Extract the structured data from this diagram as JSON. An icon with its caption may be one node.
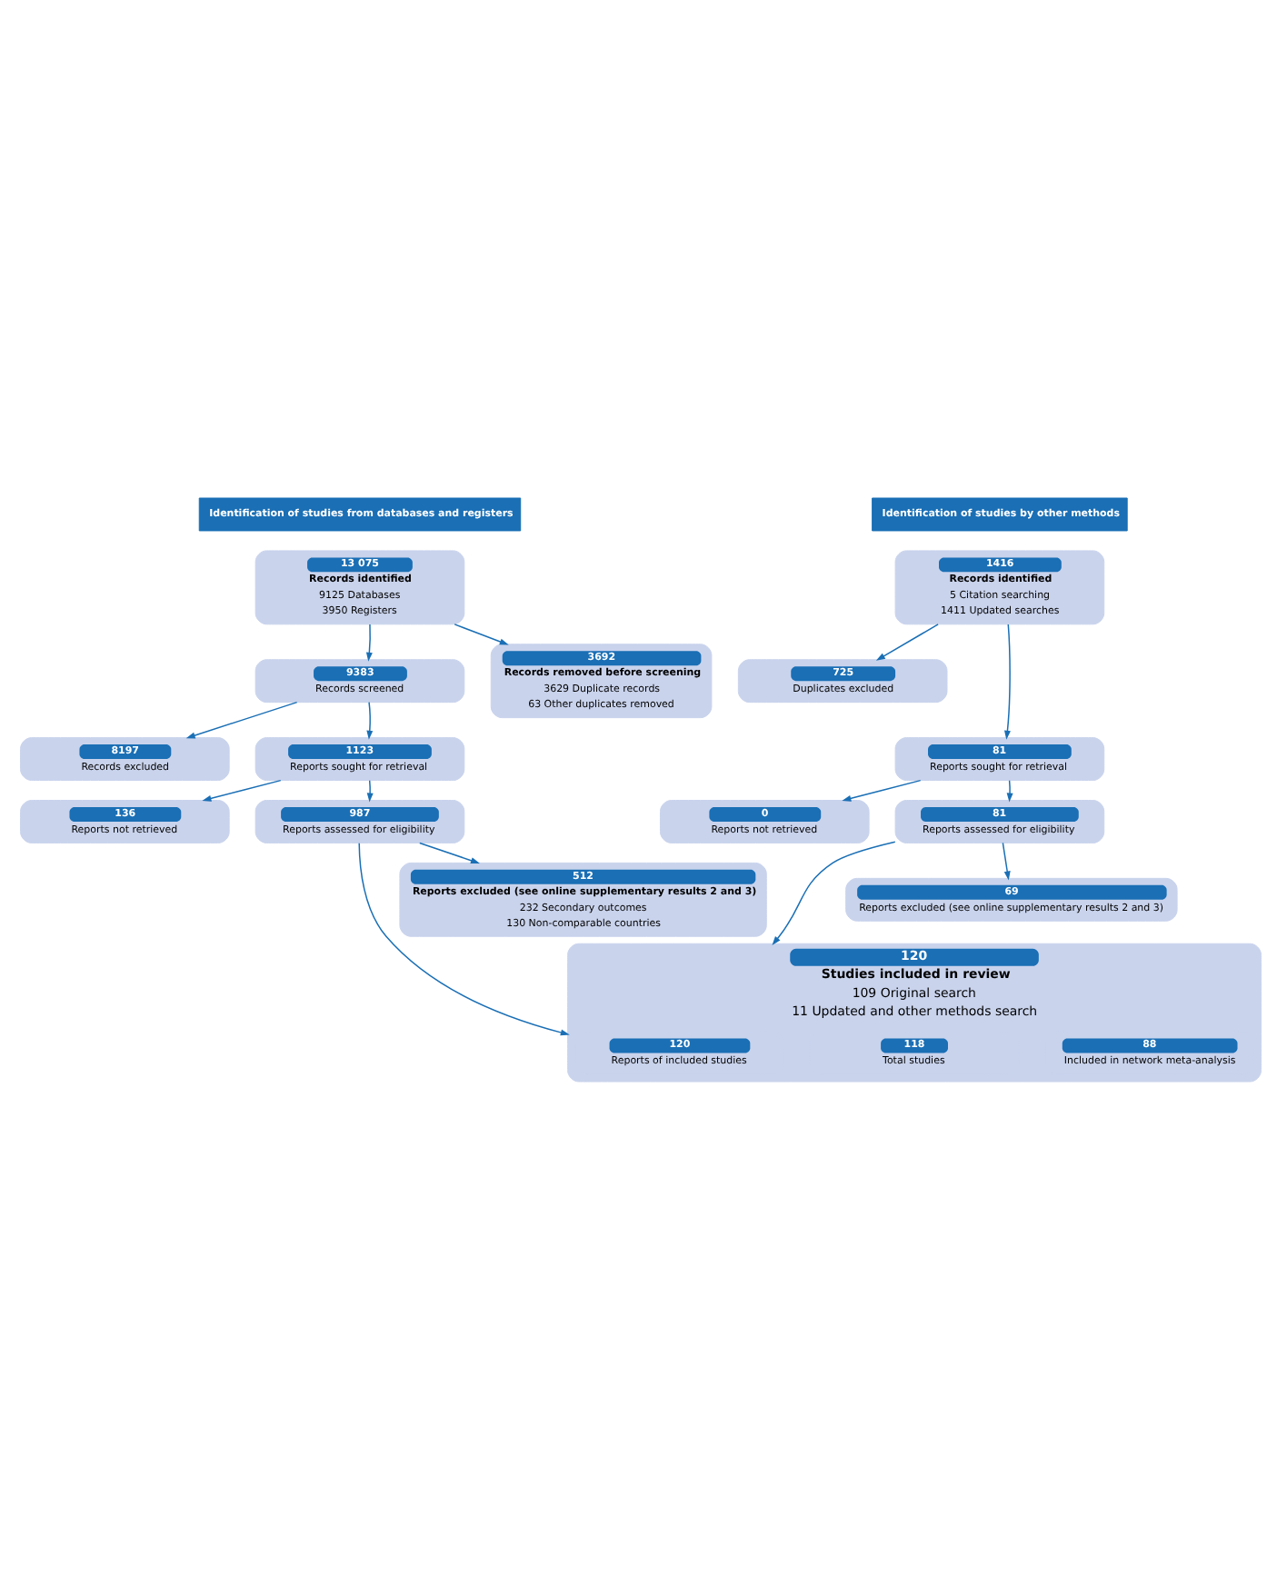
{
  "diagram": {
    "nodes": [
      {
        "text": [
          "Identification of studies from databases and registers"
        ]
      },
      {
        "text": [
          "Identification of studies by other methods"
        ]
      },
      {
        "text": [
          "13 075",
          "Records identified",
          "9125 Databases",
          "3950 Registers"
        ]
      },
      {
        "text": [
          "3692",
          "Records removed before screening",
          "3629 Duplicate records",
          "63 Other duplicates removed"
        ]
      },
      {
        "text": [
          "9383",
          "Records screened"
        ]
      },
      {
        "text": [
          "8197",
          "Records excluded"
        ]
      },
      {
        "text": [
          "1123",
          "Reports sought for retrieval"
        ]
      },
      {
        "text": [
          "136",
          "Reports not retrieved"
        ]
      },
      {
        "text": [
          "987",
          "Reports assessed for eligibility"
        ]
      },
      {
        "text": [
          "512",
          "Reports excluded (see online supplementary results 2 and 3)",
          "232 Secondary outcomes",
          "130 Non-comparable countries"
        ]
      },
      {
        "text": [
          "1416",
          "Records identified",
          "5 Citation searching",
          "1411 Updated searches"
        ]
      },
      {
        "text": [
          "725",
          "Duplicates excluded"
        ]
      },
      {
        "text": [
          "81",
          "Reports sought for retrieval"
        ]
      },
      {
        "text": [
          "0",
          "Reports not retrieved"
        ]
      },
      {
        "text": [
          "81",
          "Reports assessed for eligibility"
        ]
      },
      {
        "text": [
          "69",
          "Reports excluded (see online supplementary results 2 and 3)"
        ]
      },
      {
        "text": [
          "120",
          "Studies included in review",
          "109 Original search",
          "11 Updated and other methods search"
        ]
      },
      {
        "text": [
          "120",
          "Reports of included studies"
        ],
        "in": 16
      },
      {
        "text": [
          "118",
          "Total studies"
        ],
        "in": 16
      },
      {
        "text": [
          "88",
          "Included in network meta-analysis"
        ],
        "in": 16
      }
    ],
    "edges": [
      {
        "from": 2,
        "to": 3,
        "arrow": "to"
      },
      {
        "from": 2,
        "to": 4,
        "arrow": "to"
      },
      {
        "from": 4,
        "to": 5,
        "arrow": "to"
      },
      {
        "from": 4,
        "to": 6,
        "arrow": "to"
      },
      {
        "from": 6,
        "to": 7,
        "arrow": "to"
      },
      {
        "from": 6,
        "to": 8,
        "arrow": "to"
      },
      {
        "from": 8,
        "to": 9,
        "arrow": "to"
      },
      {
        "from": 8,
        "to": 16,
        "arrow": "to"
      },
      {
        "from": 10,
        "to": 11,
        "arrow": "to"
      },
      {
        "from": 10,
        "to": 12,
        "arrow": "to"
      },
      {
        "from": 12,
        "to": 13,
        "arrow": "to"
      },
      {
        "from": 12,
        "to": 14,
        "arrow": "to"
      },
      {
        "from": 14,
        "to": 15,
        "arrow": "to"
      },
      {
        "from": 14,
        "to": 16,
        "arrow": "to"
      }
    ]
  }
}
